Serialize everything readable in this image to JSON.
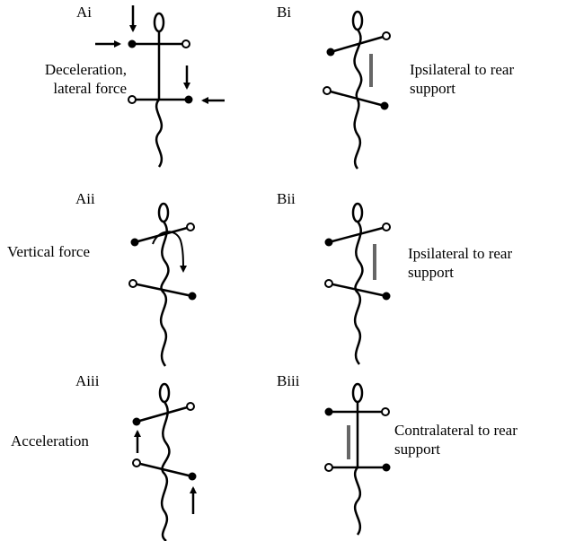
{
  "panels": {
    "ai": {
      "label": "Ai",
      "caption_line1": "Deceleration,",
      "caption_line2": "lateral force"
    },
    "aii": {
      "label": "Aii",
      "caption_line1": "Vertical force"
    },
    "aiii": {
      "label": "Aiii",
      "caption_line1": "Acceleration"
    },
    "bi": {
      "label": "Bi",
      "caption_line1": "Ipsilateral to rear",
      "caption_line2": "support"
    },
    "bii": {
      "label": "Bii",
      "caption_line1": "Ipsilateral to rear",
      "caption_line2": "support"
    },
    "biii": {
      "label": "Biii",
      "caption_line1": "Contralateral to rear",
      "caption_line2": "support"
    }
  },
  "colors": {
    "stroke": "#000000",
    "gray_bar": "#666666"
  }
}
